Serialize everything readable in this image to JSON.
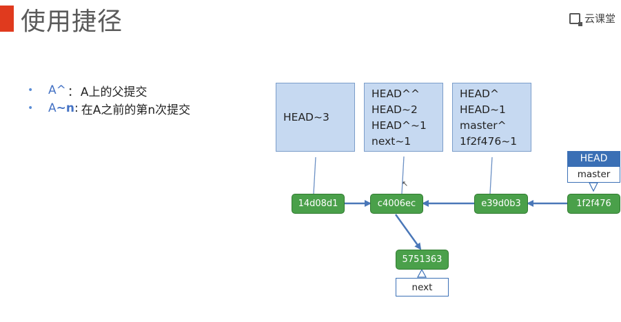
{
  "title": "使用捷径",
  "logo_text": "云课堂",
  "bullets": [
    {
      "term": "A^",
      "sep": "：",
      "desc": "A上的父提交"
    },
    {
      "term_a": "A",
      "term_b": "~n",
      "sep": ":",
      "desc": "在A之前的第n次提交"
    }
  ],
  "ref_boxes": [
    {
      "lines": [
        "HEAD~3"
      ]
    },
    {
      "lines": [
        "HEAD^^",
        "HEAD~2",
        "HEAD^~1",
        "next~1"
      ]
    },
    {
      "lines": [
        "HEAD^",
        "HEAD~1",
        "master^",
        "1f2f476~1"
      ]
    }
  ],
  "commits": [
    "14d08d1",
    "c4006ec",
    "e39d0b3",
    "1f2f476",
    "5751363"
  ],
  "head_label": "HEAD",
  "branches": {
    "master": "master",
    "next": "next"
  },
  "colors": {
    "accent_red": "#e03a1e",
    "commit_green": "#4aa04a",
    "ref_blue": "#c6d9f1",
    "arrow_blue": "#4a77b8",
    "head_blue": "#3a6fb5"
  }
}
